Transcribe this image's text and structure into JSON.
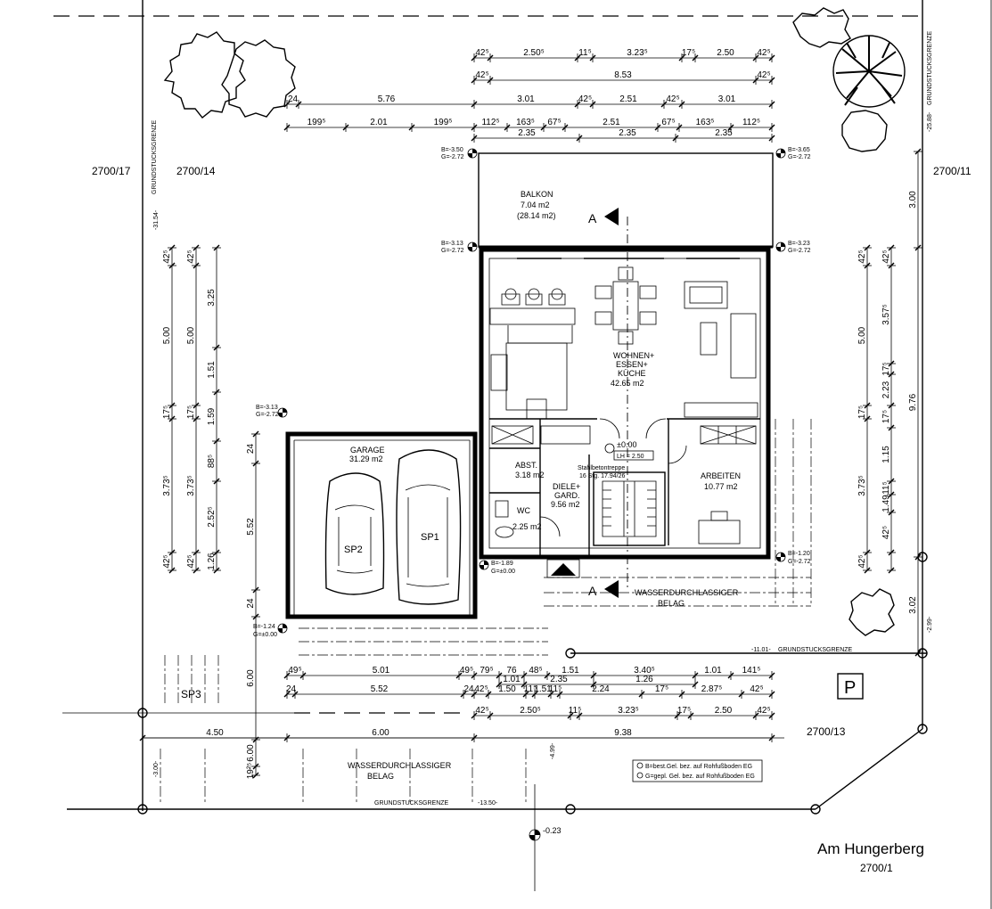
{
  "parcels": [
    "2700/17",
    "2700/14",
    "2700/11",
    "2700/13",
    "2700/1"
  ],
  "street_name": "Am Hungerberg",
  "boundary_label": "GRUNDSTUCKSGRENZE",
  "boundary_distances": [
    "-31.54-",
    "-25.88-",
    "-11.01-",
    "-13.50-",
    "-2.99-",
    "-3.00-",
    "-4.99-"
  ],
  "rooms": [
    {
      "name": "BALKON",
      "area": "7.04 m2",
      "extra": "(28.14 m2)"
    },
    {
      "name": "WOHNEN+",
      "line2": "ESSEN+",
      "line3": "KÜCHE",
      "area": "42.65 m2"
    },
    {
      "name": "GARAGE",
      "area": "31.29 m2"
    },
    {
      "name": "ABST.",
      "area": "3.18 m2"
    },
    {
      "name": "DIELE+",
      "line2": "GARD.",
      "area": "9.56 m2"
    },
    {
      "name": "WC",
      "area": "2.25 m2"
    },
    {
      "name": "ARBEITEN",
      "area": "10.77 m2"
    }
  ],
  "parking": {
    "sp1": "SP1",
    "sp2": "SP2",
    "sp3": "SP3",
    "sign": "P"
  },
  "section_marker": "A",
  "level_mark": "±0.00",
  "room_height": "LH = 2.50",
  "stair_note_1": "Stahlbetontreppe",
  "stair_note_2": "16 Stg. 17.94/26",
  "pavement_label_1": "WASSERDURCHLASSIGER",
  "pavement_label_2": "BELAG",
  "elevations": [
    {
      "b": "B=-3.50",
      "g": "G=-2.72"
    },
    {
      "b": "B=-3.65",
      "g": "G=-2.72"
    },
    {
      "b": "B=-3.13",
      "g": "G=-2.72"
    },
    {
      "b": "B=-3.23",
      "g": "G=-2.72"
    },
    {
      "b": "B=-3.13",
      "g": "G=-2.72"
    },
    {
      "b": "B=-1.89",
      "g": "G=±0.00"
    },
    {
      "b": "B=-1.20",
      "g": "G=-2.72"
    },
    {
      "b": "B=-1.24",
      "g": "G=±0.00"
    }
  ],
  "ground_level": "-0.23",
  "legend_1": "B=best.Gel. bez. auf Rohfußboden EG",
  "legend_2": "G=gepl. Gel. bez. auf Rohfußboden EG",
  "dims_top_1": [
    "42⁵",
    "2.50⁵",
    "11⁵",
    "3.23⁵",
    "17⁵",
    "2.50",
    "42⁵"
  ],
  "dims_top_2": [
    "42⁵",
    "8.53",
    "42⁵"
  ],
  "dims_top_3": [
    "24",
    "5.76",
    "3.01",
    "42⁵",
    "2.51",
    "42⁵",
    "3.01"
  ],
  "dims_top_4": [
    "199⁵",
    "2.01",
    "199⁵",
    "112⁵",
    "163⁵",
    "67⁵",
    "2.51",
    "67⁵",
    "163⁵",
    "112⁵"
  ],
  "dims_top_5": [
    "2.35",
    "2.35",
    "2.35"
  ],
  "dims_bottom_1": [
    "49⁵",
    "5.01",
    "49⁵",
    "79⁵",
    "76",
    "48⁵",
    "1.51",
    "3.40⁵",
    "1.01",
    "141⁵"
  ],
  "dims_bottom_1b": [
    "1.01",
    "2.35",
    "1.26"
  ],
  "dims_bottom_2": [
    "24",
    "5.52",
    "24",
    "42⁵",
    "1.50",
    "11⁵",
    "1.51",
    "11⁵",
    "2.24",
    "17⁵",
    "2.87⁵",
    "42⁵"
  ],
  "dims_bottom_3": [
    "42⁵",
    "2.50⁵",
    "11⁵",
    "3.23⁵",
    "17⁵",
    "2.50",
    "42⁵"
  ],
  "dims_bottom_4": [
    "4.50",
    "6.00",
    "9.38"
  ],
  "dims_left_1": [
    "42⁵",
    "5.00",
    "17⁵",
    "3.73⁵",
    "42⁵"
  ],
  "dims_left_2": [
    "42⁵",
    "5.00",
    "17⁵",
    "3.73⁵",
    "42⁵"
  ],
  "dims_left_3": [
    "3.25",
    "1.51",
    "1.59",
    "88⁵",
    "2.52⁵",
    "1.26"
  ],
  "dims_garage": [
    "24",
    "5.52",
    "24",
    "6.00",
    "6.00",
    "19²⁵"
  ],
  "dims_right_1": [
    "42⁵",
    "5.00",
    "17⁵",
    "3.73⁵",
    "42⁵"
  ],
  "dims_right_2": [
    "42⁵",
    "3.57⁵",
    "17⁵",
    "2.23",
    "17⁵",
    "1.15",
    "11⁵",
    "1.49",
    "42⁵"
  ],
  "dims_right_3": [
    "3.00",
    "9.76",
    "3.02"
  ]
}
